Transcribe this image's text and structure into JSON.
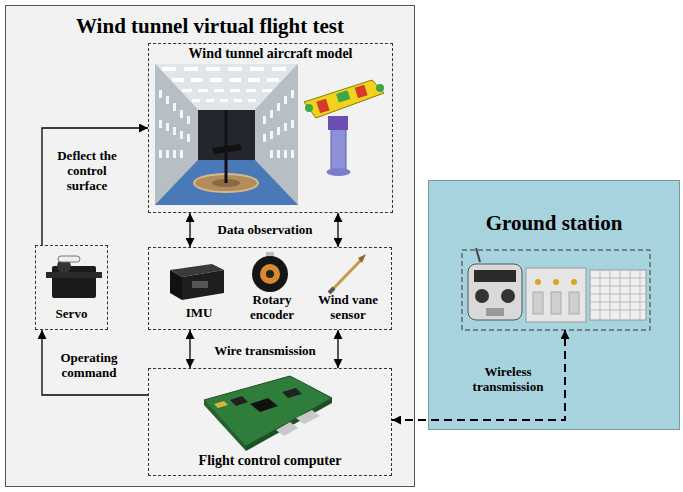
{
  "diagram": {
    "nodes": [
      {
        "text": [
          "Wind tunnel virtual flight test"
        ]
      },
      {
        "text": [
          "Wind tunnel aircraft model"
        ],
        "in": 0
      },
      {
        "text": [
          "IMU",
          "Rotary encoder",
          "Wind vane sensor"
        ],
        "in": 0
      },
      {
        "text": [
          "Servo"
        ],
        "in": 0
      },
      {
        "text": [
          "Flight control computer"
        ],
        "in": 0
      },
      {
        "text": [
          "Ground station"
        ]
      }
    ],
    "edges": [
      {
        "from": 1,
        "to": 2,
        "arrow": "both"
      },
      {
        "from": 1,
        "to": 2,
        "arrow": "both"
      },
      {
        "from": 2,
        "to": 4,
        "arrow": "both"
      },
      {
        "from": 2,
        "to": 4,
        "arrow": "both"
      },
      {
        "from": 4,
        "to": 3,
        "label": "Operating command",
        "arrow": "to"
      },
      {
        "from": 3,
        "to": 1,
        "label": "Deflect the control surface",
        "arrow": "to"
      },
      {
        "from": 4,
        "to": 5,
        "label": "Wireless transmission",
        "arrow": "both"
      }
    ],
    "labels": [
      "Data observation",
      "Wire transmission"
    ]
  }
}
